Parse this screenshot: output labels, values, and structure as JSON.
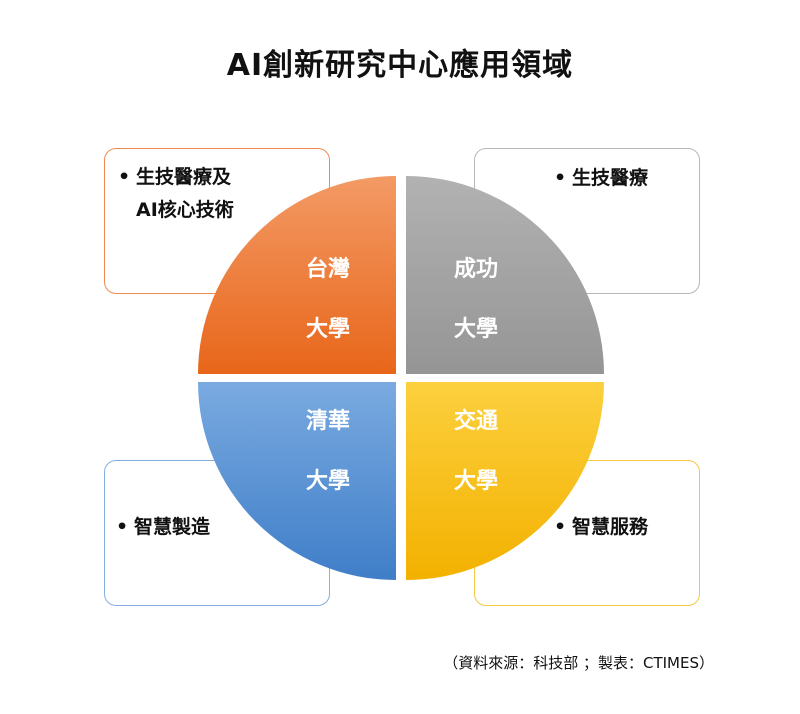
{
  "title": "AI創新研究中心應用領域",
  "quadrants": [
    {
      "id": "tl",
      "line1": "台灣",
      "line2": "大學",
      "color": "#ea6e1e",
      "color_light": "#f08a4c",
      "box_text": "生技醫療及\nAI核心技術",
      "box_border": "#ee8a52"
    },
    {
      "id": "tr",
      "line1": "成功",
      "line2": "大學",
      "color": "#9a9a9a",
      "color_light": "#a9a9a9",
      "box_text": "生技醫療",
      "box_border": "#b7b7b7"
    },
    {
      "id": "bl",
      "line1": "清華",
      "line2": "大學",
      "color": "#4a88cf",
      "color_light": "#6b9fdb",
      "box_text": "智慧製造",
      "box_border": "#86aede"
    },
    {
      "id": "br",
      "line1": "交通",
      "line2": "大學",
      "color": "#f7bd10",
      "color_light": "#fbc92b",
      "box_text": "智慧服務",
      "box_border": "#f5c843"
    }
  ],
  "source": "（資料來源：科技部 ；製表：CTIMES）"
}
